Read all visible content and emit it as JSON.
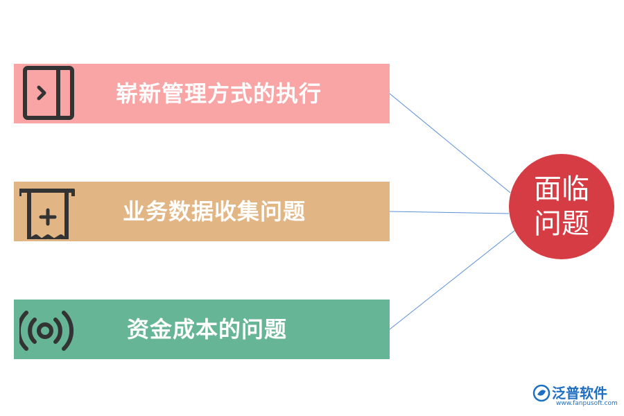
{
  "items": [
    {
      "label": "崭新管理方式的执行",
      "icon": "door-exit-icon",
      "color": "#f9a5a6"
    },
    {
      "label": "业务数据收集问题",
      "icon": "receipt-add-icon",
      "color": "#e2b584"
    },
    {
      "label": "资金成本的问题",
      "icon": "broadcast-icon",
      "color": "#66b597"
    }
  ],
  "hub": {
    "line1": "面临",
    "line2": "问题",
    "color": "#d63c44"
  },
  "connector_color": "#5b8fd6",
  "watermark": {
    "brand": "泛普软件",
    "url": "www.fanpusoft.com",
    "color": "#1e6fc2"
  }
}
